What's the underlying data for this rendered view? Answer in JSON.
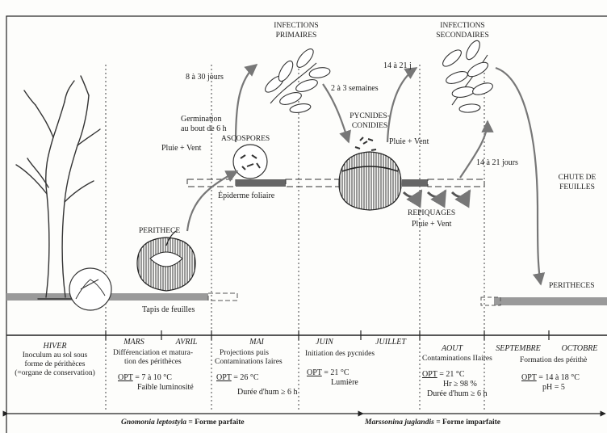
{
  "stages": {
    "infections_primaires": [
      "INFECTIONS",
      "PRIMAIRES"
    ],
    "infections_secondaires": [
      "INFECTIONS",
      "SECONDAIRES"
    ],
    "pycnides": [
      "PYCNIDES-",
      "CONIDIES"
    ],
    "ascospores": "ASCOSPORES",
    "perithece": "PERITHECE",
    "peritheces": "PERITHECES",
    "chute": [
      "CHUTE DE",
      "FEUILLES"
    ],
    "repiquages": "REPIQUAGES"
  },
  "notes": {
    "delay_8_30": "8 à 30 jours",
    "delay_2_3_sem": "2 à 3 semaines",
    "delay_14_21_j": "14 à 21 j",
    "delay_14_21_jours": "14 à 21 jours",
    "germination": [
      "Germination",
      "au bout de 6 h"
    ],
    "pluie_vent_1": "Pluie + Vent",
    "pluie_vent_2": "Pluie + Vent",
    "pluie_vent_3": "Pluie + Vent",
    "epiderme": "Épiderme foliaire",
    "tapis": "Tapis de feuilles"
  },
  "months": [
    {
      "name": "HIVER",
      "lines": [
        "Inoculum au sol sous",
        "forme de périthèces",
        "(=organe de conservation)"
      ]
    },
    {
      "name": "MARS",
      "lines": [
        "Différenciation et matura-",
        "tion des périthèces"
      ]
    },
    {
      "name": "AVRIL",
      "lines": []
    },
    {
      "name": "MAI",
      "lines": [
        "Projections puis",
        "Contaminations Iaires"
      ]
    },
    {
      "name": "JUIN",
      "lines": [
        "Initiation des pycnides"
      ]
    },
    {
      "name": "JUILLET",
      "lines": []
    },
    {
      "name": "AOUT",
      "lines": [
        "Contaminations IIaires"
      ]
    },
    {
      "name": "SEPTEMBRE",
      "lines": []
    },
    {
      "name": "OCTOBRE",
      "lines": [
        "Formation des périthè"
      ]
    }
  ],
  "conditions": {
    "mars": {
      "opt": "OPT",
      "value": "= 7 à 10 °C",
      "extra": "Faible luminosité"
    },
    "mai": {
      "opt": "OPT",
      "value": "= 26 °C",
      "extra": "Durée d'hum ≥ 6 h"
    },
    "juin": {
      "opt": "OPT",
      "value": "= 21 °C",
      "extra": "Lumière"
    },
    "aout": {
      "opt": "OPT",
      "value": "= 21 °C",
      "extra1": "Hr ≥ 98 %",
      "extra2": "Durée d'hum ≥ 6 h"
    },
    "octobre": {
      "opt": "OPT",
      "value": "= 14 à 18 °C",
      "extra": "pH = 5"
    }
  },
  "forms": {
    "parfaite_species": "Gnomonia leptostyla",
    "parfaite_label": "= Forme parfaite",
    "imparfaite_species": "Marssonina juglandis",
    "imparfaite_label": "= Forme imparfaite"
  }
}
